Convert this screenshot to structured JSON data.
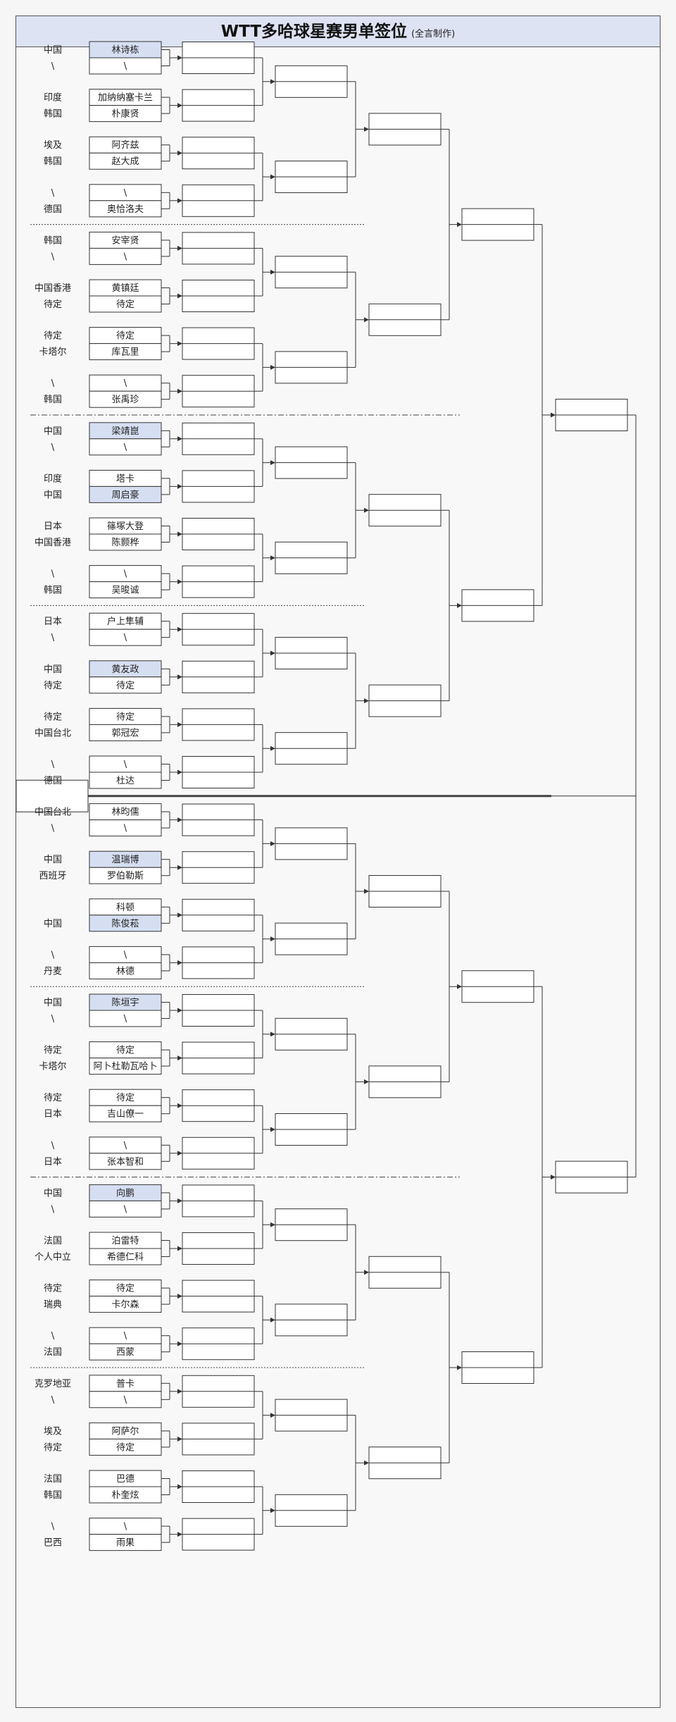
{
  "title": "WTT多哈球星赛男单签位",
  "subtitle": "(全言制作)",
  "colors": {
    "highlight": "#d6dff2",
    "line": "#333333",
    "frame": "#555555"
  },
  "pairs": [
    {
      "top": {
        "country": "中国",
        "name": "林诗栋",
        "seed": true
      },
      "bottom": {
        "country": "\\",
        "name": "\\",
        "seed": false
      }
    },
    {
      "top": {
        "country": "印度",
        "name": "加纳纳塞卡兰",
        "seed": false
      },
      "bottom": {
        "country": "韩国",
        "name": "朴康贤",
        "seed": false
      }
    },
    {
      "top": {
        "country": "埃及",
        "name": "阿齐兹",
        "seed": false
      },
      "bottom": {
        "country": "韩国",
        "name": "赵大成",
        "seed": false
      }
    },
    {
      "top": {
        "country": "\\",
        "name": "\\",
        "seed": false
      },
      "bottom": {
        "country": "德国",
        "name": "奥恰洛夫",
        "seed": false
      }
    },
    {
      "top": {
        "country": "韩国",
        "name": "安宰贤",
        "seed": false
      },
      "bottom": {
        "country": "\\",
        "name": "\\",
        "seed": false
      }
    },
    {
      "top": {
        "country": "中国香港",
        "name": "黄镇廷",
        "seed": false
      },
      "bottom": {
        "country": "待定",
        "name": "待定",
        "seed": false
      }
    },
    {
      "top": {
        "country": "待定",
        "name": "待定",
        "seed": false
      },
      "bottom": {
        "country": "卡塔尔",
        "name": "库瓦里",
        "seed": false
      }
    },
    {
      "top": {
        "country": "\\",
        "name": "\\",
        "seed": false
      },
      "bottom": {
        "country": "韩国",
        "name": "张禹珍",
        "seed": false
      }
    },
    {
      "top": {
        "country": "中国",
        "name": "梁靖崑",
        "seed": true
      },
      "bottom": {
        "country": "\\",
        "name": "\\",
        "seed": false
      }
    },
    {
      "top": {
        "country": "印度",
        "name": "塔卡",
        "seed": false
      },
      "bottom": {
        "country": "中国",
        "name": "周启豪",
        "seed": true
      }
    },
    {
      "top": {
        "country": "日本",
        "name": "篠塚大登",
        "seed": false
      },
      "bottom": {
        "country": "中国香港",
        "name": "陈颢桦",
        "seed": false
      }
    },
    {
      "top": {
        "country": "\\",
        "name": "\\",
        "seed": false
      },
      "bottom": {
        "country": "韩国",
        "name": "吴晙诚",
        "seed": false
      }
    },
    {
      "top": {
        "country": "日本",
        "name": "户上隼辅",
        "seed": false
      },
      "bottom": {
        "country": "\\",
        "name": "\\",
        "seed": false
      }
    },
    {
      "top": {
        "country": "中国",
        "name": "黄友政",
        "seed": true
      },
      "bottom": {
        "country": "待定",
        "name": "待定",
        "seed": false
      }
    },
    {
      "top": {
        "country": "待定",
        "name": "待定",
        "seed": false
      },
      "bottom": {
        "country": "中国台北",
        "name": "郭冠宏",
        "seed": false
      }
    },
    {
      "top": {
        "country": "\\",
        "name": "\\",
        "seed": false
      },
      "bottom": {
        "country": "德国",
        "name": "杜达",
        "seed": false
      }
    },
    {
      "top": {
        "country": "中国台北",
        "name": "林昀儒",
        "seed": false
      },
      "bottom": {
        "country": "\\",
        "name": "\\",
        "seed": false
      }
    },
    {
      "top": {
        "country": "中国",
        "name": "温瑞博",
        "seed": true
      },
      "bottom": {
        "country": "西班牙",
        "name": "罗伯勒斯",
        "seed": false
      }
    },
    {
      "top": {
        "country": "",
        "name": "科顿",
        "seed": false
      },
      "bottom": {
        "country": "中国",
        "name": "陈俊菘",
        "seed": true
      }
    },
    {
      "top": {
        "country": "\\",
        "name": "\\",
        "seed": false
      },
      "bottom": {
        "country": "丹麦",
        "name": "林德",
        "seed": false
      }
    },
    {
      "top": {
        "country": "中国",
        "name": "陈垣宇",
        "seed": true
      },
      "bottom": {
        "country": "\\",
        "name": "\\",
        "seed": false
      }
    },
    {
      "top": {
        "country": "待定",
        "name": "待定",
        "seed": false
      },
      "bottom": {
        "country": "卡塔尔",
        "name": "阿卜杜勒瓦哈卜",
        "seed": false
      }
    },
    {
      "top": {
        "country": "待定",
        "name": "待定",
        "seed": false
      },
      "bottom": {
        "country": "日本",
        "name": "吉山僚一",
        "seed": false
      }
    },
    {
      "top": {
        "country": "\\",
        "name": "\\",
        "seed": false
      },
      "bottom": {
        "country": "日本",
        "name": "张本智和",
        "seed": false
      }
    },
    {
      "top": {
        "country": "中国",
        "name": "向鹏",
        "seed": true
      },
      "bottom": {
        "country": "\\",
        "name": "\\",
        "seed": false
      }
    },
    {
      "top": {
        "country": "法国",
        "name": "泊雷特",
        "seed": false
      },
      "bottom": {
        "country": "个人中立",
        "name": "希德仁科",
        "seed": false
      }
    },
    {
      "top": {
        "country": "待定",
        "name": "待定",
        "seed": false
      },
      "bottom": {
        "country": "瑞典",
        "name": "卡尔森",
        "seed": false
      }
    },
    {
      "top": {
        "country": "\\",
        "name": "\\",
        "seed": false
      },
      "bottom": {
        "country": "法国",
        "name": "西蒙",
        "seed": false
      }
    },
    {
      "top": {
        "country": "克罗地亚",
        "name": "普卡",
        "seed": false
      },
      "bottom": {
        "country": "\\",
        "name": "\\",
        "seed": false
      }
    },
    {
      "top": {
        "country": "埃及",
        "name": "阿萨尔",
        "seed": false
      },
      "bottom": {
        "country": "待定",
        "name": "待定",
        "seed": false
      }
    },
    {
      "top": {
        "country": "法国",
        "name": "巴德",
        "seed": false
      },
      "bottom": {
        "country": "韩国",
        "name": "朴奎炫",
        "seed": false
      }
    },
    {
      "top": {
        "country": "\\",
        "name": "\\",
        "seed": false
      },
      "bottom": {
        "country": "巴西",
        "name": "雨果",
        "seed": false
      }
    }
  ]
}
